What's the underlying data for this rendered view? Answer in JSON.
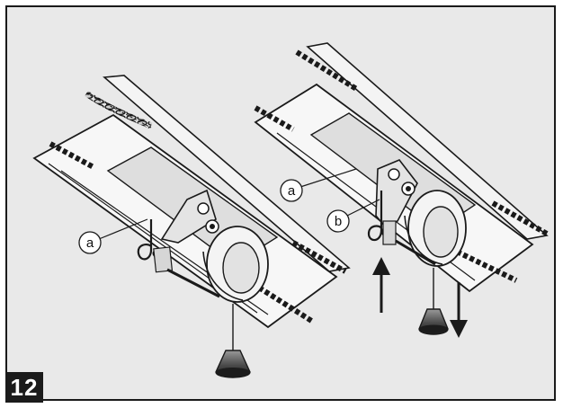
{
  "figure": {
    "step_number": "12",
    "callouts": {
      "left_a": "a",
      "right_a": "a",
      "right_b": "b"
    }
  },
  "colors": {
    "background": "#e9e9e9",
    "line": "#1a1a1a",
    "panel_light": "#f7f7f7",
    "panel_mid": "#dcdcdc",
    "weight_dark": "#2a2a2a"
  }
}
